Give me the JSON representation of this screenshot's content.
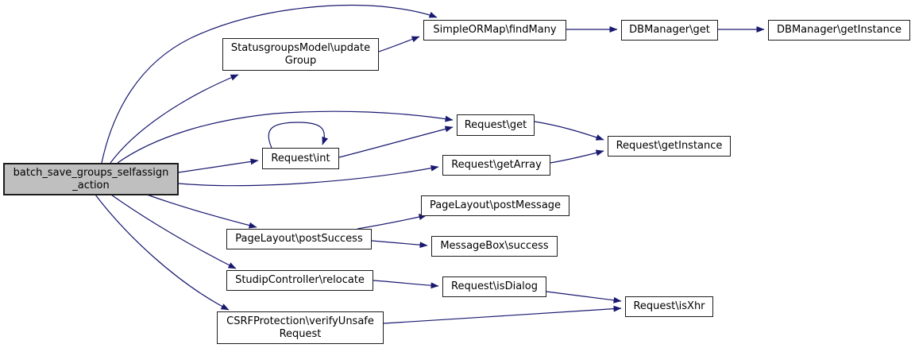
{
  "diagram": {
    "type": "call-graph",
    "background_color": "#ffffff",
    "edge_color": "#191970",
    "node_fill": "#ffffff",
    "node_border": "#1c1c1c",
    "main_node_fill": "#bfbfbf"
  },
  "nodes": [
    {
      "id": "batch_save_groups_selfassign_action",
      "lines": [
        "batch_save_groups_selfassign",
        "_action"
      ],
      "main": true
    },
    {
      "id": "statusgroupsmodel_updategroup",
      "lines": [
        "StatusgroupsModel\\update",
        "Group"
      ]
    },
    {
      "id": "simpleormap_findmany",
      "lines": [
        "SimpleORMap\\findMany"
      ]
    },
    {
      "id": "dbmanager_get",
      "lines": [
        "DBManager\\get"
      ]
    },
    {
      "id": "dbmanager_getinstance",
      "lines": [
        "DBManager\\getInstance"
      ]
    },
    {
      "id": "request_get",
      "lines": [
        "Request\\get"
      ]
    },
    {
      "id": "request_int",
      "lines": [
        "Request\\int"
      ]
    },
    {
      "id": "request_getarray",
      "lines": [
        "Request\\getArray"
      ]
    },
    {
      "id": "request_getinstance",
      "lines": [
        "Request\\getInstance"
      ]
    },
    {
      "id": "pagelayout_postmessage",
      "lines": [
        "PageLayout\\postMessage"
      ]
    },
    {
      "id": "pagelayout_postsuccess",
      "lines": [
        "PageLayout\\postSuccess"
      ]
    },
    {
      "id": "messagebox_success",
      "lines": [
        "MessageBox\\success"
      ]
    },
    {
      "id": "studipcontroller_relocate",
      "lines": [
        "StudipController\\relocate"
      ]
    },
    {
      "id": "request_isdialog",
      "lines": [
        "Request\\isDialog"
      ]
    },
    {
      "id": "csrfprotection_verifyunsaferequest",
      "lines": [
        "CSRFProtection\\verifyUnsafe",
        "Request"
      ]
    },
    {
      "id": "request_isxhr",
      "lines": [
        "Request\\isXhr"
      ]
    }
  ],
  "edges": [
    {
      "from": "batch_save_groups_selfassign_action",
      "to": "simpleormap_findmany"
    },
    {
      "from": "batch_save_groups_selfassign_action",
      "to": "statusgroupsmodel_updategroup"
    },
    {
      "from": "batch_save_groups_selfassign_action",
      "to": "request_get"
    },
    {
      "from": "batch_save_groups_selfassign_action",
      "to": "request_int"
    },
    {
      "from": "batch_save_groups_selfassign_action",
      "to": "request_getarray"
    },
    {
      "from": "batch_save_groups_selfassign_action",
      "to": "pagelayout_postsuccess"
    },
    {
      "from": "batch_save_groups_selfassign_action",
      "to": "studipcontroller_relocate"
    },
    {
      "from": "batch_save_groups_selfassign_action",
      "to": "csrfprotection_verifyunsaferequest"
    },
    {
      "from": "statusgroupsmodel_updategroup",
      "to": "simpleormap_findmany"
    },
    {
      "from": "simpleormap_findmany",
      "to": "dbmanager_get"
    },
    {
      "from": "dbmanager_get",
      "to": "dbmanager_getinstance"
    },
    {
      "from": "request_int",
      "to": "request_int"
    },
    {
      "from": "request_int",
      "to": "request_get"
    },
    {
      "from": "request_get",
      "to": "request_getinstance"
    },
    {
      "from": "request_getarray",
      "to": "request_getinstance"
    },
    {
      "from": "pagelayout_postsuccess",
      "to": "pagelayout_postmessage"
    },
    {
      "from": "pagelayout_postsuccess",
      "to": "messagebox_success"
    },
    {
      "from": "studipcontroller_relocate",
      "to": "request_isdialog"
    },
    {
      "from": "request_isdialog",
      "to": "request_isxhr"
    },
    {
      "from": "csrfprotection_verifyunsaferequest",
      "to": "request_isxhr"
    }
  ]
}
